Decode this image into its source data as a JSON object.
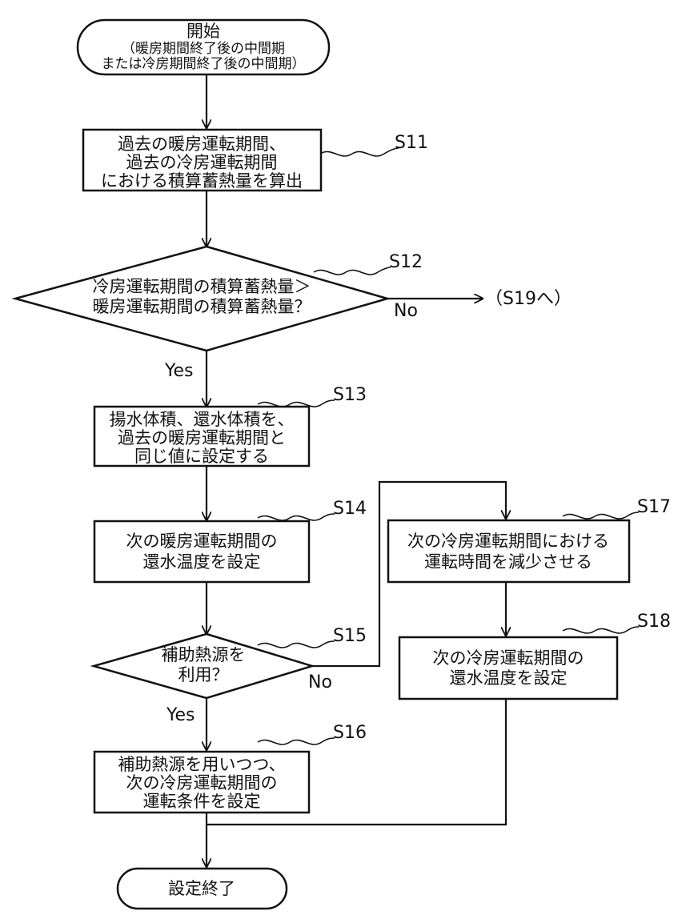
{
  "start": {
    "title": "開始",
    "line1": "（暖房期間終了後の中間期",
    "line2": "または冷房期間終了後の中間期）"
  },
  "steps": {
    "s11": {
      "id": "S11",
      "lines": [
        "過去の暖房運転期間、",
        "過去の冷房運転期間",
        "における積算蓄熱量を算出"
      ]
    },
    "s12": {
      "id": "S12",
      "lines": [
        "冷房運転期間の積算蓄熱量＞",
        "暖房運転期間の積算蓄熱量？"
      ],
      "no_label": "No",
      "yes_label": "Yes",
      "goto": "（S19へ）"
    },
    "s13": {
      "id": "S13",
      "lines": [
        "揚水体積、還水体積を、",
        "過去の暖房運転期間と",
        "同じ値に設定する"
      ]
    },
    "s14": {
      "id": "S14",
      "lines": [
        "次の暖房運転期間の",
        "還水温度を設定"
      ]
    },
    "s15": {
      "id": "S15",
      "lines": [
        "補助熱源を",
        "利用？"
      ],
      "no_label": "No",
      "yes_label": "Yes"
    },
    "s16": {
      "id": "S16",
      "lines": [
        "補助熱源を用いつつ、",
        "次の冷房運転期間の",
        "運転条件を設定"
      ]
    },
    "s17": {
      "id": "S17",
      "lines": [
        "次の冷房運転期間における",
        "運転時間を減少させる"
      ]
    },
    "s18": {
      "id": "S18",
      "lines": [
        "次の冷房運転期間の",
        "還水温度を設定"
      ]
    }
  },
  "end": {
    "title": "設定終了"
  }
}
